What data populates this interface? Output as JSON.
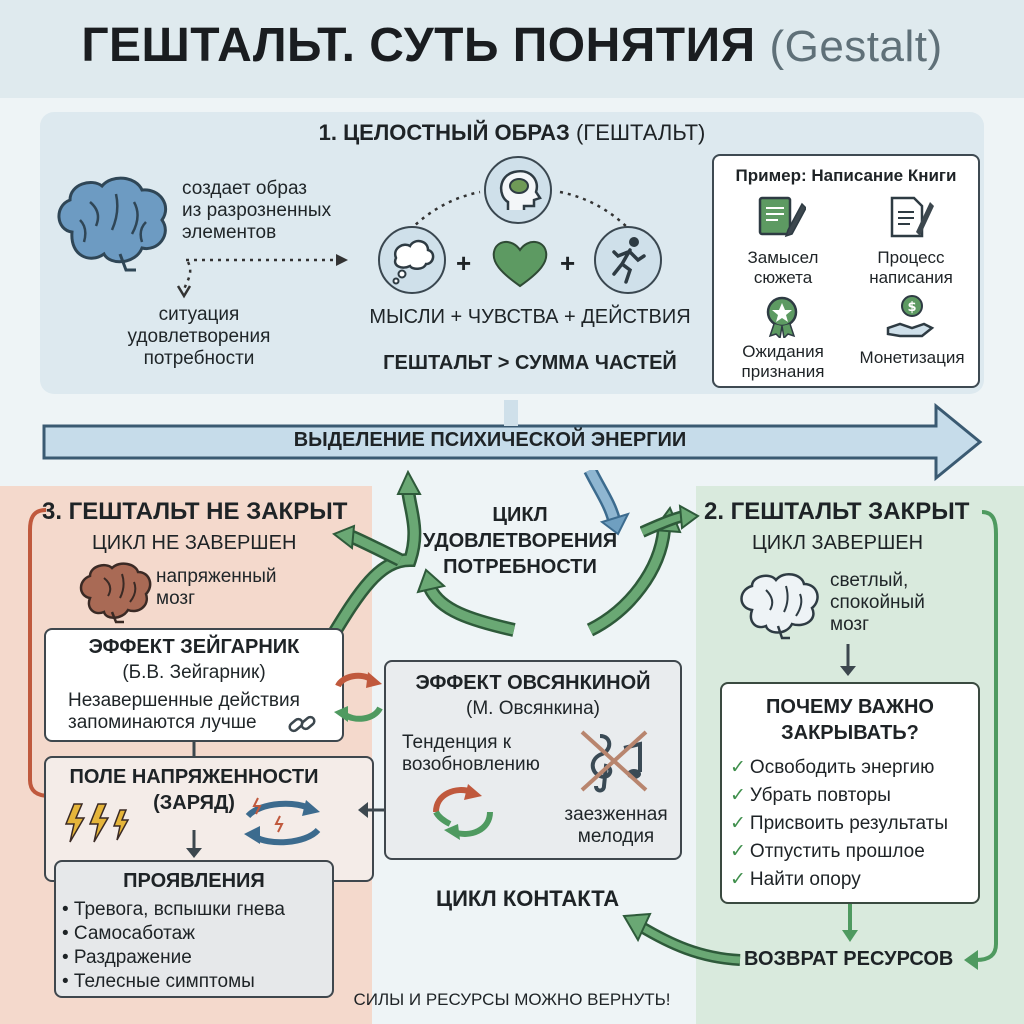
{
  "header": {
    "title": "ГЕШТАЛЬТ. СУТЬ ПОНЯТИЯ",
    "subtitle": "(Gestalt)"
  },
  "section1": {
    "title": "1. ЦЕЛОСТНЫЙ ОБРАЗ",
    "title_suffix": "(ГЕШТАЛЬТ)",
    "creates_line1": "создает образ",
    "creates_line2": "из разрозненных",
    "creates_line3": "элементов",
    "situation_line1": "ситуация",
    "situation_line2": "удовлетворения",
    "situation_line3": "потребности",
    "formula": "МЫСЛИ + ЧУВСТВА + ДЕЙСТВИЯ",
    "gestalt_rule": "ГЕШТАЛЬТ > СУММА ЧАСТЕЙ",
    "plus": "+",
    "example": {
      "title": "Пример: Написание Книги",
      "items": [
        {
          "line1": "Замысел",
          "line2": "сюжета"
        },
        {
          "line1": "Процесс",
          "line2": "написания"
        },
        {
          "line1": "Ожидания",
          "line2": "признания"
        },
        {
          "line1": "Монетизация",
          "line2": ""
        }
      ]
    }
  },
  "energy_arrow": "ВЫДЕЛЕНИЕ ПСИХИЧЕСКОЙ ЭНЕРГИИ",
  "cycle": {
    "line1": "ЦИКЛ",
    "line2": "УДОВЛЕТВОРЕНИЯ",
    "line3": "ПОТРЕБНОСТИ"
  },
  "section3": {
    "title": "3. ГЕШТАЛЬТ НЕ ЗАКРЫТ",
    "subtitle": "ЦИКЛ НЕ ЗАВЕРШЕН",
    "brain_line1": "напряженный",
    "brain_line2": "мозг",
    "zeigarnik": {
      "title": "ЭФФЕКТ ЗЕЙГАРНИК",
      "author": "(Б.В. Зейгарник)",
      "line1": "Незавершенные действия",
      "line2": "запоминаются лучше"
    },
    "tension": {
      "line1": "ПОЛЕ НАПРЯЖЕННОСТИ",
      "line2": "(ЗАРЯД)"
    },
    "manifestations": {
      "title": "ПРОЯВЛЕНИЯ",
      "items": [
        "• Тревога, вспышки гнева",
        "• Самосаботаж",
        "• Раздражение",
        "• Телесные симптомы"
      ]
    }
  },
  "ovsyankina": {
    "title": "ЭФФЕКТ ОВСЯНКИНОЙ",
    "author": "(М. Овсянкина)",
    "line1": "Тенденция к",
    "line2": "возобновлению",
    "melody_line1": "заезженная",
    "melody_line2": "мелодия"
  },
  "contact_cycle": "ЦИКЛ КОНТАКТА",
  "footer_note": "СИЛЫ И РЕСУРСЫ МОЖНО ВЕРНУТЬ!",
  "section2": {
    "title": "2. ГЕШТАЛЬТ ЗАКРЫТ",
    "subtitle": "ЦИКЛ ЗАВЕРШЕН",
    "brain_line1": "светлый,",
    "brain_line2": "спокойный",
    "brain_line3": "мозг",
    "why": {
      "title_line1": "ПОЧЕМУ ВАЖНО",
      "title_line2": "ЗАКРЫВАТЬ?",
      "check": "✓",
      "items": [
        "Освободить энергию",
        "Убрать повторы",
        "Присвоить результаты",
        "Отпустить прошлое",
        "Найти опору"
      ]
    },
    "return": "ВОЗВРАТ РЕСУРСОВ"
  },
  "colors": {
    "green": "#4f9a60",
    "blue": "#6f9fc0",
    "brick": "#c0593d",
    "dark": "#3c474e"
  }
}
